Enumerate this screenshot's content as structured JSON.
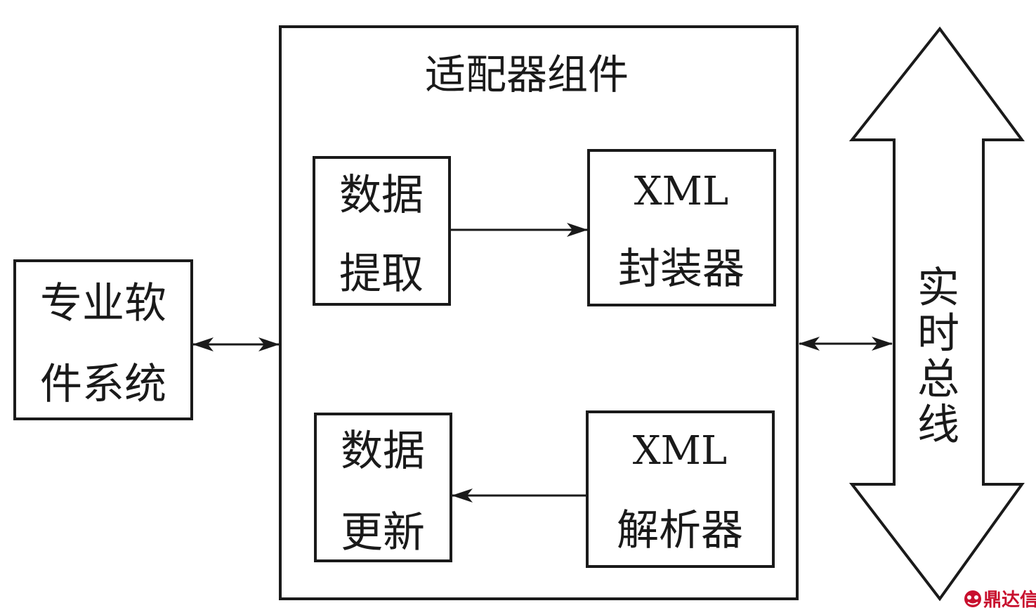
{
  "colors": {
    "line": "#1a1a1a",
    "background": "#ffffff",
    "watermark": "#c8102e"
  },
  "professional_software": {
    "line1": "专业软",
    "line2": "件系统"
  },
  "adapter": {
    "title": "适配器组件",
    "extract": {
      "line1": "数据",
      "line2": "提取"
    },
    "encapsulator": {
      "line1": "XML",
      "line2": "封装器"
    },
    "update": {
      "line1": "数据",
      "line2": "更新"
    },
    "parser": {
      "line1": "XML",
      "line2": "解析器"
    }
  },
  "bus": {
    "chars": [
      "实",
      "时",
      "总",
      "线"
    ]
  },
  "watermark": {
    "text": "鼎达信",
    "icon": "logo-icon"
  }
}
